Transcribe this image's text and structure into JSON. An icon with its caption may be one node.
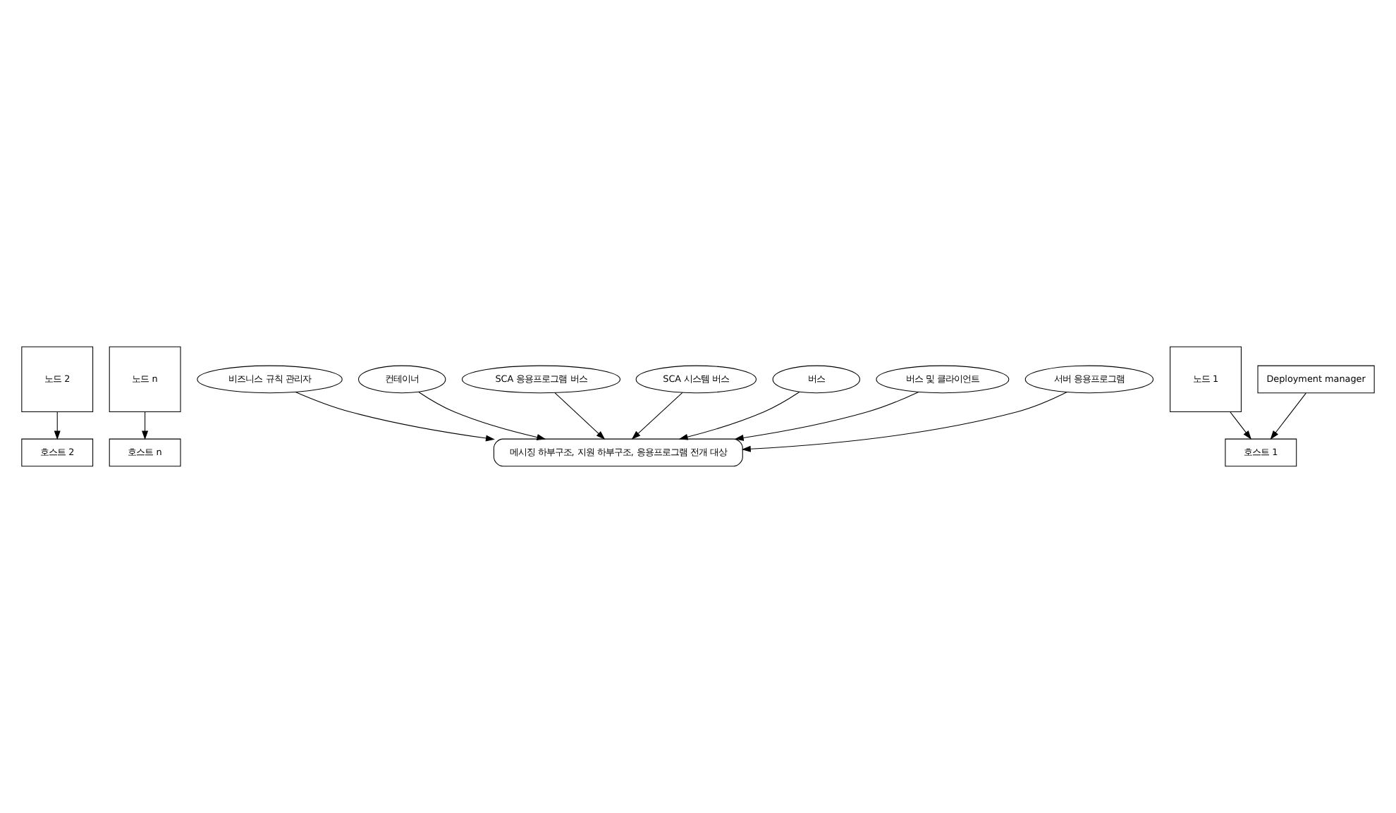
{
  "diagram": {
    "nodes": [
      {
        "text": [
          "노드 1"
        ]
      },
      {
        "text": [
          "노드 2"
        ]
      },
      {
        "text": [
          "노드 n"
        ]
      },
      {
        "text": [
          "메시징 하부구조, 지원 하부구조, 응용프로그램 전개 대상"
        ]
      },
      {
        "text": [
          "호스트 1"
        ]
      },
      {
        "text": [
          "호스트 2"
        ]
      },
      {
        "text": [
          "호스트 n"
        ]
      },
      {
        "text": [
          "Deployment manager"
        ]
      },
      {
        "text": [
          "SCA 응용프로그램 버스"
        ]
      },
      {
        "text": [
          "SCA 시스템 버스"
        ]
      },
      {
        "text": [
          "버스"
        ]
      },
      {
        "text": [
          "버스 및 클라이언트"
        ]
      },
      {
        "text": [
          "서버 응용프로그램"
        ]
      },
      {
        "text": [
          "비즈니스 규칙 관리자"
        ]
      },
      {
        "text": [
          "컨테이너"
        ]
      }
    ],
    "edges": [
      {
        "from": 0,
        "to": 4,
        "arrow": "to"
      },
      {
        "from": 1,
        "to": 5,
        "arrow": "to"
      },
      {
        "from": 2,
        "to": 6,
        "arrow": "to"
      },
      {
        "from": 7,
        "to": 4,
        "arrow": "to"
      },
      {
        "from": 8,
        "to": 3,
        "arrow": "to"
      },
      {
        "from": 9,
        "to": 3,
        "arrow": "to"
      },
      {
        "from": 10,
        "to": 3,
        "arrow": "to"
      },
      {
        "from": 11,
        "to": 3,
        "arrow": "to"
      },
      {
        "from": 12,
        "to": 3,
        "arrow": "to"
      },
      {
        "from": 13,
        "to": 3,
        "arrow": "to"
      },
      {
        "from": 14,
        "to": 3,
        "arrow": "to"
      }
    ]
  }
}
